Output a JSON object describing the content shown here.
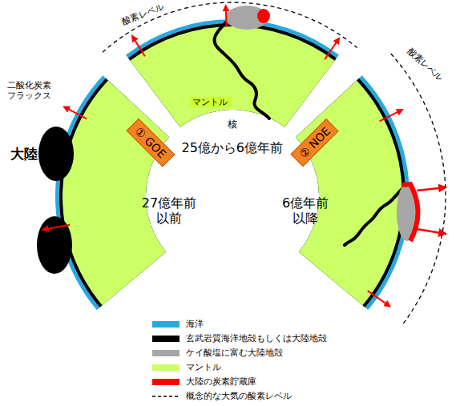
{
  "diagram": {
    "nodes": [
      {
        "text": [
          "① GOE"
        ]
      },
      {
        "text": [
          "② NOE"
        ]
      }
    ],
    "labels": [
      "酸素レベル",
      "酸素レベル",
      "二酸化炭素 フラックス",
      "大陸",
      "マントル",
      "核",
      "25億から6億年前",
      "27億年前 以前",
      "6億年前 以降"
    ],
    "legend": [
      {
        "text": "海洋",
        "color": "#29a8e0"
      },
      {
        "text": "玄武岩質海洋地殻もしくは大陸地殻",
        "color": "#000000"
      },
      {
        "text": "ケイ酸塩に富む大陸地殻",
        "color": "#a6a6a6"
      },
      {
        "text": "マントル",
        "color": "#ccff66"
      },
      {
        "text": "大陸の炭素貯蔵庫",
        "color": "#ff0000"
      },
      {
        "text": "概念的な大気の酸素レベル"
      }
    ]
  }
}
